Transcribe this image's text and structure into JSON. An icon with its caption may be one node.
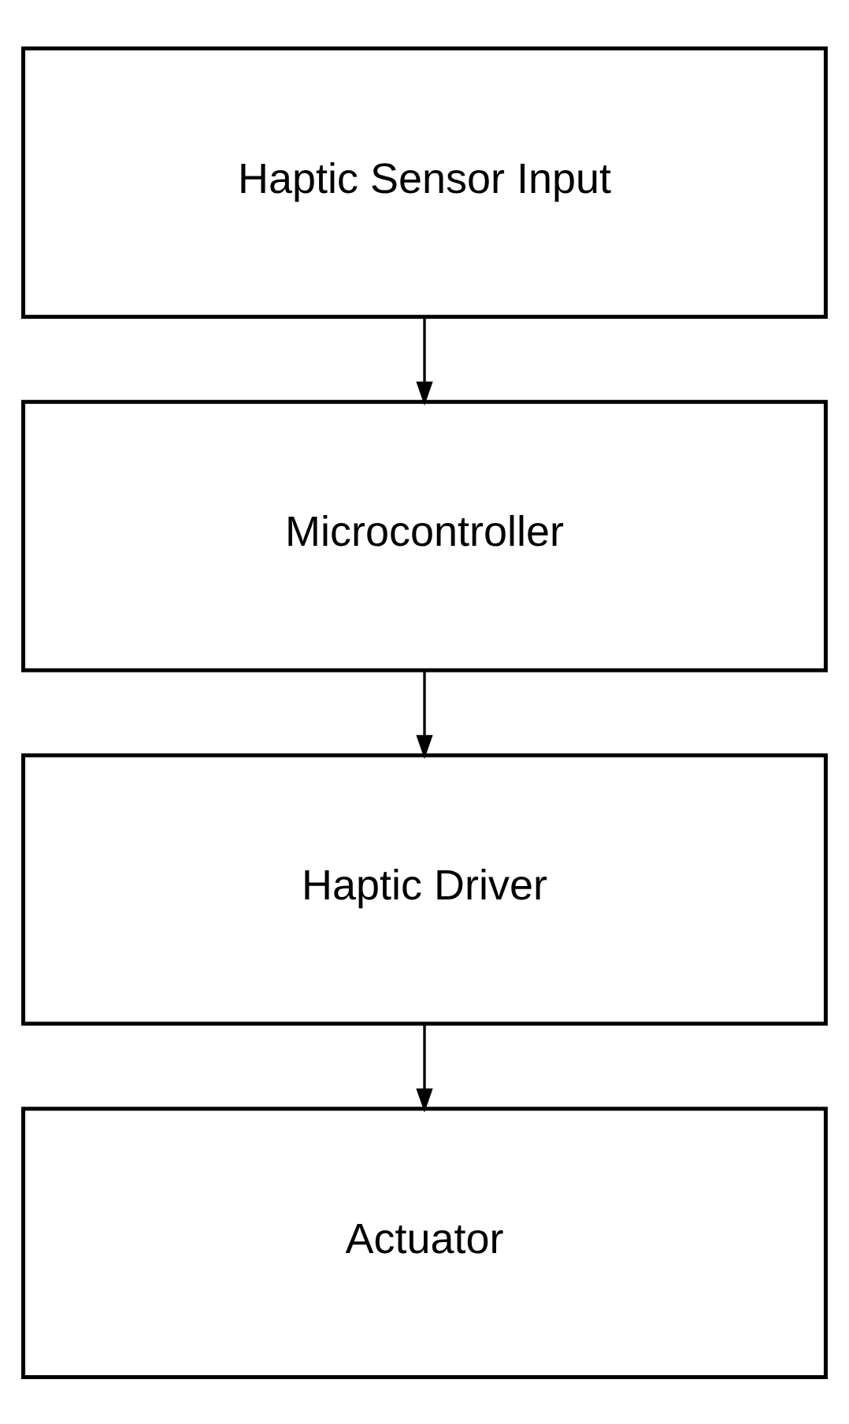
{
  "diagram": {
    "nodes": [
      {
        "text": [
          "Haptic Sensor Input"
        ]
      },
      {
        "text": [
          "Microcontroller"
        ]
      },
      {
        "text": [
          "Haptic Driver"
        ]
      },
      {
        "text": [
          "Actuator"
        ]
      }
    ],
    "edges": [
      {
        "from": 0,
        "to": 1,
        "arrow": "to"
      },
      {
        "from": 1,
        "to": 2,
        "arrow": "to"
      },
      {
        "from": 2,
        "to": 3,
        "arrow": "to"
      }
    ]
  }
}
